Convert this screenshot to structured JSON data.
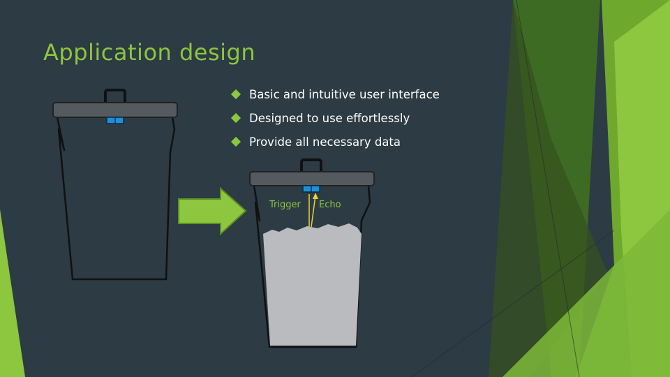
{
  "slide": {
    "title": "Application design",
    "bullets": [
      {
        "icon": "diamond-bullet-icon",
        "text": "Basic and intuitive user interface"
      },
      {
        "icon": "diamond-bullet-icon",
        "text": "Designed to use effortlessly"
      },
      {
        "icon": "diamond-bullet-icon",
        "text": "Provide all necessary data"
      }
    ]
  },
  "illustration": {
    "sensor_labels": {
      "trigger": "Trigger",
      "echo": "Echo"
    },
    "icons": [
      "empty-bin-icon",
      "arrow-right-icon",
      "full-bin-icon",
      "ultrasonic-sensor-icon"
    ]
  },
  "colors": {
    "background": "#2c3b44",
    "accent_green": "#8dc63f",
    "bin_lid": "#555a5e",
    "sensor_blue": "#1e90d6",
    "trash_fill": "#b9bbbe"
  }
}
